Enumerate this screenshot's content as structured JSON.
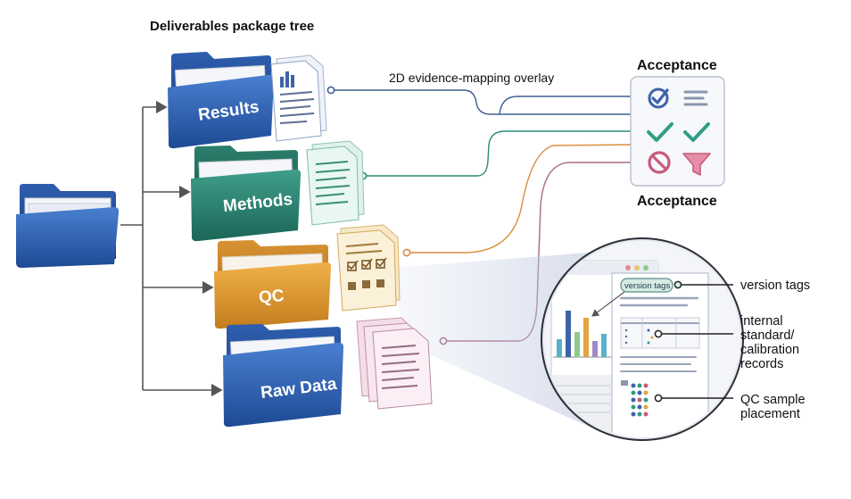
{
  "diagram": {
    "title": "Deliverables package tree",
    "overlay_label": "2D evidence-mapping overlay",
    "folders": [
      {
        "id": "results",
        "label": "Results",
        "color": "#2f5ea8"
      },
      {
        "id": "methods",
        "label": "Methods",
        "color": "#237a6b"
      },
      {
        "id": "qc",
        "label": "QC",
        "color": "#d9962f"
      },
      {
        "id": "raw",
        "label": "Raw Data",
        "color": "#2a56a3"
      }
    ],
    "acceptance": {
      "label_top": "Acceptance",
      "label_bottom": "Acceptance"
    },
    "zoom": {
      "version_tag": "version tags",
      "callouts": {
        "version_tags": "version tags",
        "internal_standard_lines": [
          "internal",
          "standard/",
          "calibration",
          "records"
        ],
        "qc_sample_lines": [
          "QC sample",
          "placement"
        ]
      }
    },
    "colors": {
      "results_line": "#3f5f8f",
      "methods_line": "#2a8a78",
      "qc_line": "#d98a3a",
      "raw_line": "#a86a8a",
      "arrow": "#555555",
      "check_teal": "#2e9e86",
      "check_blue": "#3d63a8",
      "reject": "#c85a7c"
    },
    "icons": [
      "folder-icon",
      "document-icon",
      "checkmark-icon",
      "reject-icon",
      "filter-icon",
      "list-icon"
    ]
  }
}
